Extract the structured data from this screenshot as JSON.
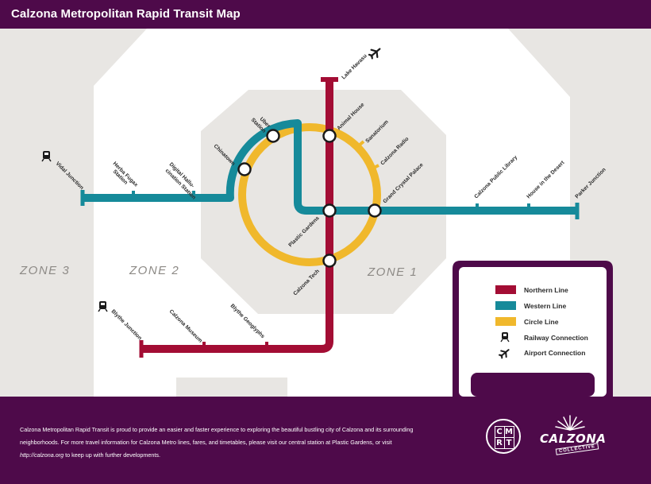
{
  "header": {
    "title": "Calzona Metropolitan Rapid Transit Map"
  },
  "colors": {
    "northern": "#a30d34",
    "western": "#168a9a",
    "circle": "#f0b82c",
    "purple": "#4e0a4a",
    "zone_bg": "#e8e6e3",
    "zone_white": "#ffffff"
  },
  "zones": {
    "z1": "ZONE 1",
    "z2": "ZONE 2",
    "z3": "ZONE 3"
  },
  "stations": {
    "lake_havasu": "Lake Havasu",
    "animal_house": "Animal House",
    "sanatorium": "Sanatorium",
    "calzona_radio": "Calzona Radio",
    "grand_crystal_palace": "Grand Crystal Palace",
    "uber_station_1": "Uber",
    "uber_station_2": "Station",
    "chinatown": "Chinatown",
    "plastic_gardens": "Plastic Gardens",
    "calzona_tech": "Calzona Tech",
    "vidal_junction": "Vidal Junction",
    "herba_fugax_1": "Herba Fugax",
    "herba_fugax_2": "Station",
    "digital_1": "Digital Hallu-",
    "digital_2": "cination Station",
    "calzona_public_library": "Calzona Public Library",
    "house_in_the_desert": "House in the Desert",
    "parker_junction": "Parker Junction",
    "blythe_junction": "Blythe Junction",
    "calzona_museum": "Calzona Museum",
    "blythe_geoglyphs": "Blythe Geoglyphs"
  },
  "legend": {
    "northern": "Northern Line",
    "western": "Western Line",
    "circle": "Circle Line",
    "railway": "Railway Connection",
    "airport": "Airport Connection"
  },
  "icons": [
    "train-icon",
    "airplane-icon"
  ],
  "footer": {
    "text_1": "Calzona Metropolitan Rapid Transit is proud to provide an easier and faster experience to exploring the beautiful bustling city of Calzona and its surrounding neighborhoods. For more travel information for Calzona Metro lines, fares, and timetables, please visit our central station at Plastic Gardens, or visit ",
    "link": "http://calzona.org",
    "text_2": " to keep up with further developments.",
    "cmrt_logo": [
      "C",
      "M",
      "R",
      "T"
    ],
    "calzona_logo_word": "CALZONA",
    "calzona_logo_sub": "COLLECTIVE"
  }
}
